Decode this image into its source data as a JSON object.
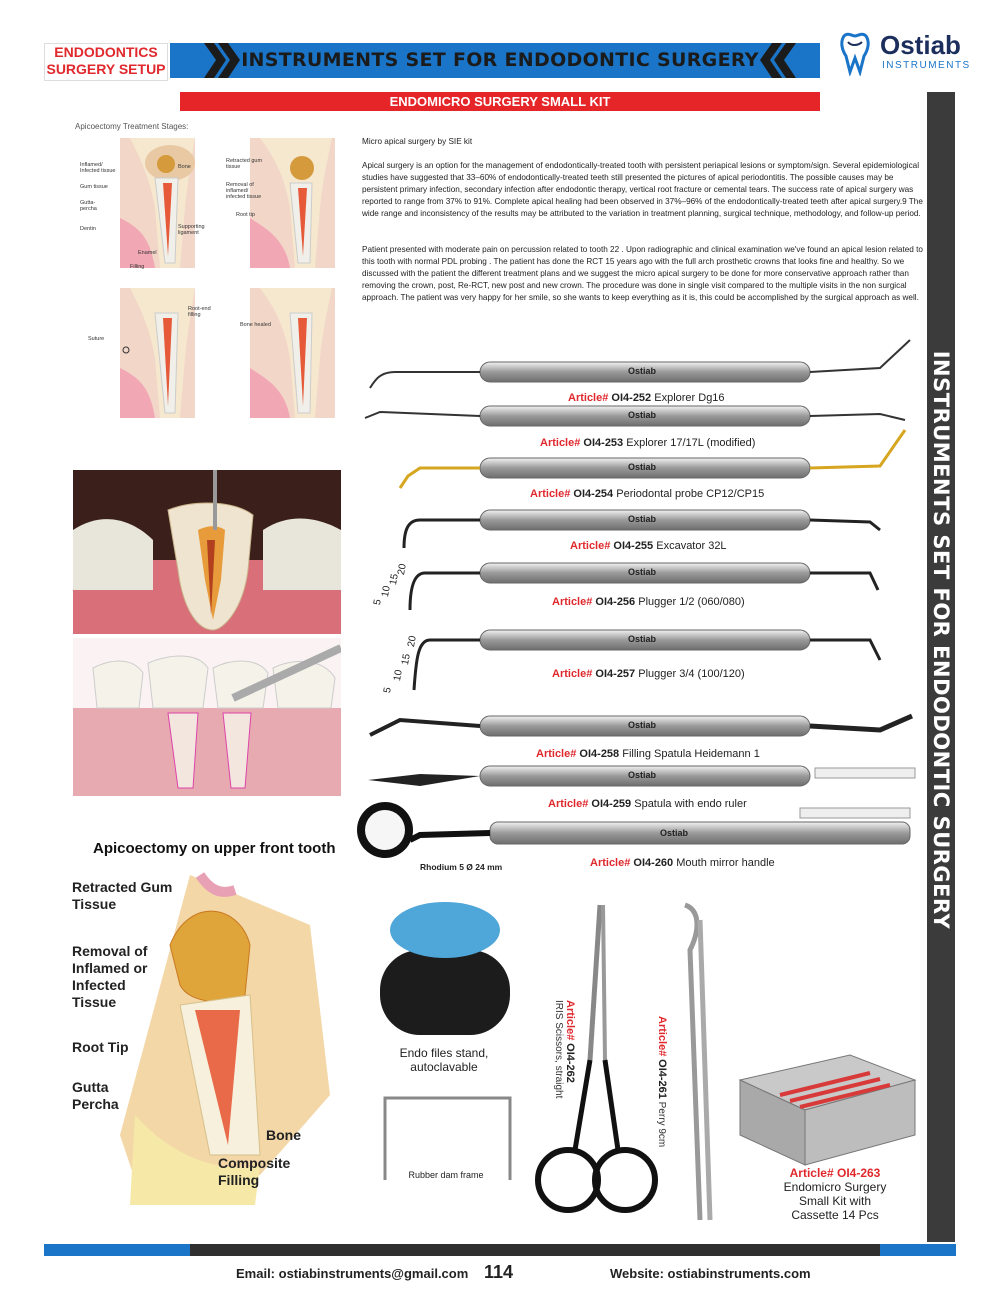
{
  "header": {
    "category_line1": "ENDODONTICS",
    "category_line2": "SURGERY SETUP",
    "title": "INSTRUMENTS SET FOR ENDODONTIC SURGERY",
    "logo_name": "Ostiab",
    "logo_sub": "INSTRUMENTS"
  },
  "subheader": "ENDOMICRO SURGERY SMALL KIT",
  "side_title": "INSTRUMENTS SET FOR ENDODONTIC SURGERY",
  "stages": {
    "title": "Apicoectomy Treatment Stages:",
    "labels": {
      "inflamed": "Inflamed/ Infected tissue",
      "bone": "Bone",
      "gum": "Gum tissue",
      "gutta": "Gutta- percha",
      "dentin": "Dentin",
      "supporting": "Supporting ligament",
      "enamel": "Enamel",
      "filling": "Filling",
      "retracted": "Retracted gum tissue",
      "removal": "Removal of inflamed/ infected tissue",
      "root_tip": "Root tip",
      "suture": "Suture",
      "root_end": "Root-end filling",
      "bone_healed": "Bone healed"
    }
  },
  "text": {
    "intro": "Micro apical surgery by SIE kit",
    "p1": "Apical surgery is an option for the management of endodontically-treated tooth with persistent periapical lesions or symptom/sign. Several epidemiological studies have suggested that 33–60% of endodontically-treated teeth still presented the pictures of apical periodontitis. The possible causes may be persistent primary infection, secondary infection after endodontic therapy, vertical root fracture or cemental tears. The success rate of apical surgery was reported to range from 37% to 91%. Complete apical healing had been observed in 37%–96% of the endodontically-treated teeth after apical surgery.9 The wide range and inconsistency of the results may be attributed to the variation in treatment planning, surgical technique, methodology, and follow-up period.",
    "p2": "Patient presented with moderate pain on percussion related to tooth 22 . Upon radiographic and clinical examination we've found an apical lesion related to this tooth with normal PDL probing . The patient has done the RCT 15 years ago with the full arch prosthetic crowns that looks fine and healthy. So we discussed with the patient the different treatment plans and we suggest the micro apical surgery to be done for more conservative approach rather than removing the crown, post, Re-RCT, new post and new crown. The procedure was done in single visit compared to the multiple visits in the non surgical approach. The patient was very happy for her smile, so she wants to keep everything as it is, this could be accomplished by the surgical approach as well."
  },
  "instruments": [
    {
      "art": "Article#",
      "num": "OI4-252",
      "name": "Explorer Dg16"
    },
    {
      "art": "Article#",
      "num": "OI4-253",
      "name": "Explorer 17/17L (modified)"
    },
    {
      "art": "Article#",
      "num": "OI4-254",
      "name": "Periodontal probe CP12/CP15"
    },
    {
      "art": "Article#",
      "num": "OI4-255",
      "name": "Excavator 32L"
    },
    {
      "art": "Article#",
      "num": "OI4-256",
      "name": "Plugger 1/2 (060/080)"
    },
    {
      "art": "Article#",
      "num": "OI4-257",
      "name": "Plugger 3/4 (100/120)"
    },
    {
      "art": "Article#",
      "num": "OI4-258",
      "name": "Filling Spatula Heidemann 1"
    },
    {
      "art": "Article#",
      "num": "OI4-259",
      "name": "Spatula with endo ruler"
    },
    {
      "art": "Article#",
      "num": "OI4-260",
      "name": "Mouth mirror handle"
    }
  ],
  "handle_brand": "Ostiab",
  "plugger_marks": [
    "5",
    "10",
    "15",
    "20"
  ],
  "mirror_spec": "Rhodium 5  Ø 24 mm",
  "apico": {
    "title": "Apicoectomy on upper front tooth",
    "retracted": "Retracted Gum Tissue",
    "removal": "Removal of Inflamed or Infected Tissue",
    "root_tip": "Root Tip",
    "gutta": "Gutta Percha",
    "bone": "Bone",
    "composite": "Composite Filling"
  },
  "bottom": {
    "stand": "Endo files stand, autoclavable",
    "dam": "Rubber dam frame",
    "scissors_art": "Article#",
    "scissors_num": "OI4-262",
    "scissors_name": "IRIS Scissors, straight",
    "perry_art": "Article#",
    "perry_num": "OI4-261",
    "perry_name": "Perry 9cm",
    "kit_art": "Article#",
    "kit_num": "OI4-263",
    "kit_line1": "Endomicro Surgery",
    "kit_line2": "Small Kit with",
    "kit_line3": "Cassette 14 Pcs"
  },
  "footer": {
    "email": "Email: ostiabinstruments@gmail.com",
    "page": "114",
    "website": "Website: ostiabinstruments.com"
  }
}
